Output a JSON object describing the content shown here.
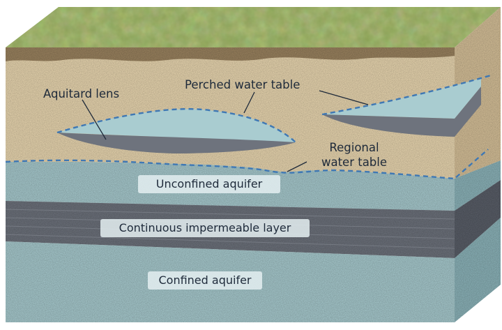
{
  "diagram": {
    "labels": {
      "aquitard_lens": "Aquitard lens",
      "perched_water_table": "Perched water table",
      "regional_line1": "Regional",
      "regional_line2": "water table",
      "unconfined_aquifer": "Unconfined aquifer",
      "impermeable_layer": "Continuous impermeable layer",
      "confined_aquifer": "Confined aquifer"
    },
    "colors": {
      "grass": "#8aa056",
      "soil_edge": "#9c8460",
      "sand": "#ecd9b2",
      "sand_side": "#d8c29a",
      "water": "#a9ccd0",
      "water_side": "#8db5bb",
      "impermeable": "#6e737d",
      "impermeable_side": "#5a5f69",
      "water_table_line": "#3f78b4",
      "label_box": "#e4eff1"
    }
  }
}
